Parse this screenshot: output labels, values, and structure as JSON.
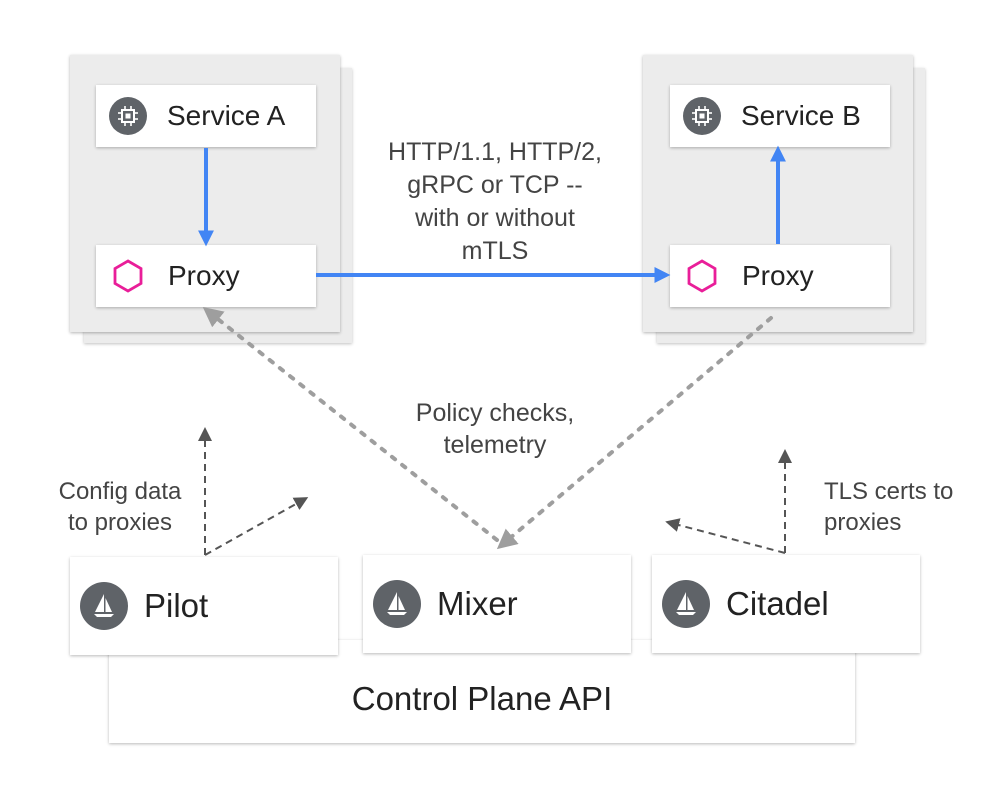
{
  "service_a": {
    "label": "Service A",
    "proxy_label": "Proxy"
  },
  "service_b": {
    "label": "Service B",
    "proxy_label": "Proxy"
  },
  "edge_label": [
    "HTTP/1.1, HTTP/2,",
    "gRPC or TCP --",
    "with or without",
    "mTLS"
  ],
  "policy_label": [
    "Policy checks,",
    "telemetry"
  ],
  "config_label": [
    "Config data",
    "to proxies"
  ],
  "tls_label": [
    "TLS certs to",
    "proxies"
  ],
  "components": {
    "pilot": "Pilot",
    "mixer": "Mixer",
    "citadel": "Citadel"
  },
  "api_label": "Control Plane API",
  "colors": {
    "data_flow": "#4285f4",
    "control_flow": "#9e9e9e",
    "proxy_icon": "#e91e99",
    "icon_bg": "#5f6368"
  },
  "icons": {
    "service": "chip-icon",
    "proxy": "hexagon-icon",
    "control": "sailboat-icon"
  }
}
